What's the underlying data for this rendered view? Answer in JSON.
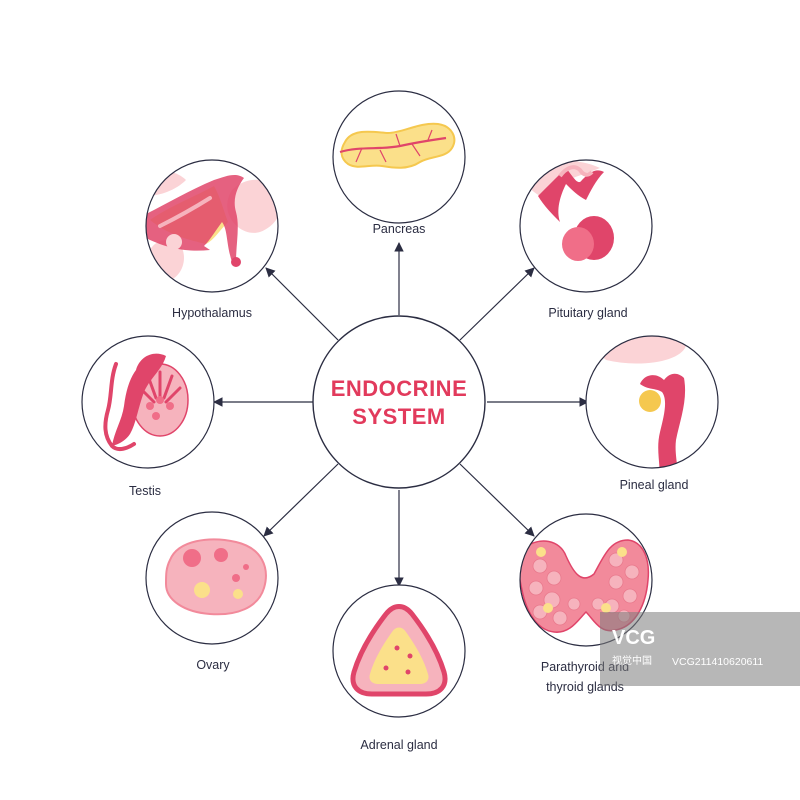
{
  "title": {
    "line1": "ENDOCRINE",
    "line2": "SYSTEM"
  },
  "organs": {
    "pancreas": "Pancreas",
    "pituitary": "Pituitary gland",
    "pineal": "Pineal gland",
    "thyroid_line1": "Parathyroid and",
    "thyroid_line2": "thyroid glands",
    "adrenal": "Adrenal gland",
    "ovary": "Ovary",
    "testis": "Testis",
    "hypothalamus": "Hypothalamus"
  },
  "watermark": {
    "brand": "VCG",
    "site": "视觉中国",
    "id": "VCG211410620611"
  },
  "colors": {
    "title": "#e23a5c",
    "outline": "#2b2d42",
    "pink_dark": "#e0456a",
    "pink_light": "#f6b3bd",
    "pink_pale": "#fbd3d6",
    "yellow": "#fbe08a",
    "yellow_dark": "#f5c84f"
  }
}
